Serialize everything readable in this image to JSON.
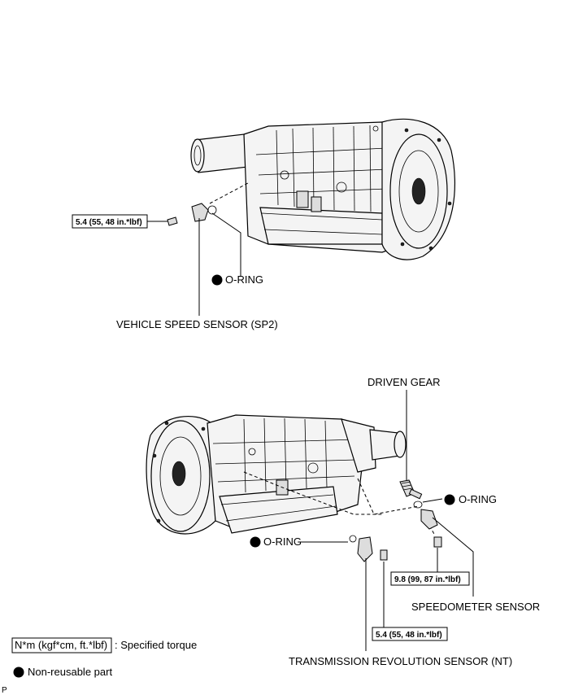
{
  "upper": {
    "torque": "5.4 (55, 48 in.*lbf)",
    "oring": "O-RING",
    "sensor": "VEHICLE SPEED SENSOR (SP2)"
  },
  "lower": {
    "driven_gear": "DRIVEN GEAR",
    "oring_right": "O-RING",
    "oring_left": "O-RING",
    "torque_speedo": "9.8 (99, 87 in.*lbf)",
    "speedometer": "SPEEDOMETER SENSOR",
    "torque_nt": "5.4 (55, 48 in.*lbf)",
    "nt_sensor": "TRANSMISSION REVOLUTION SENSOR (NT)"
  },
  "legend": {
    "torque_unit": "N*m (kgf*cm, ft.*lbf)",
    "torque_desc": ": Specified torque",
    "nonreusable": "Non-reusable part"
  },
  "corner": "P"
}
